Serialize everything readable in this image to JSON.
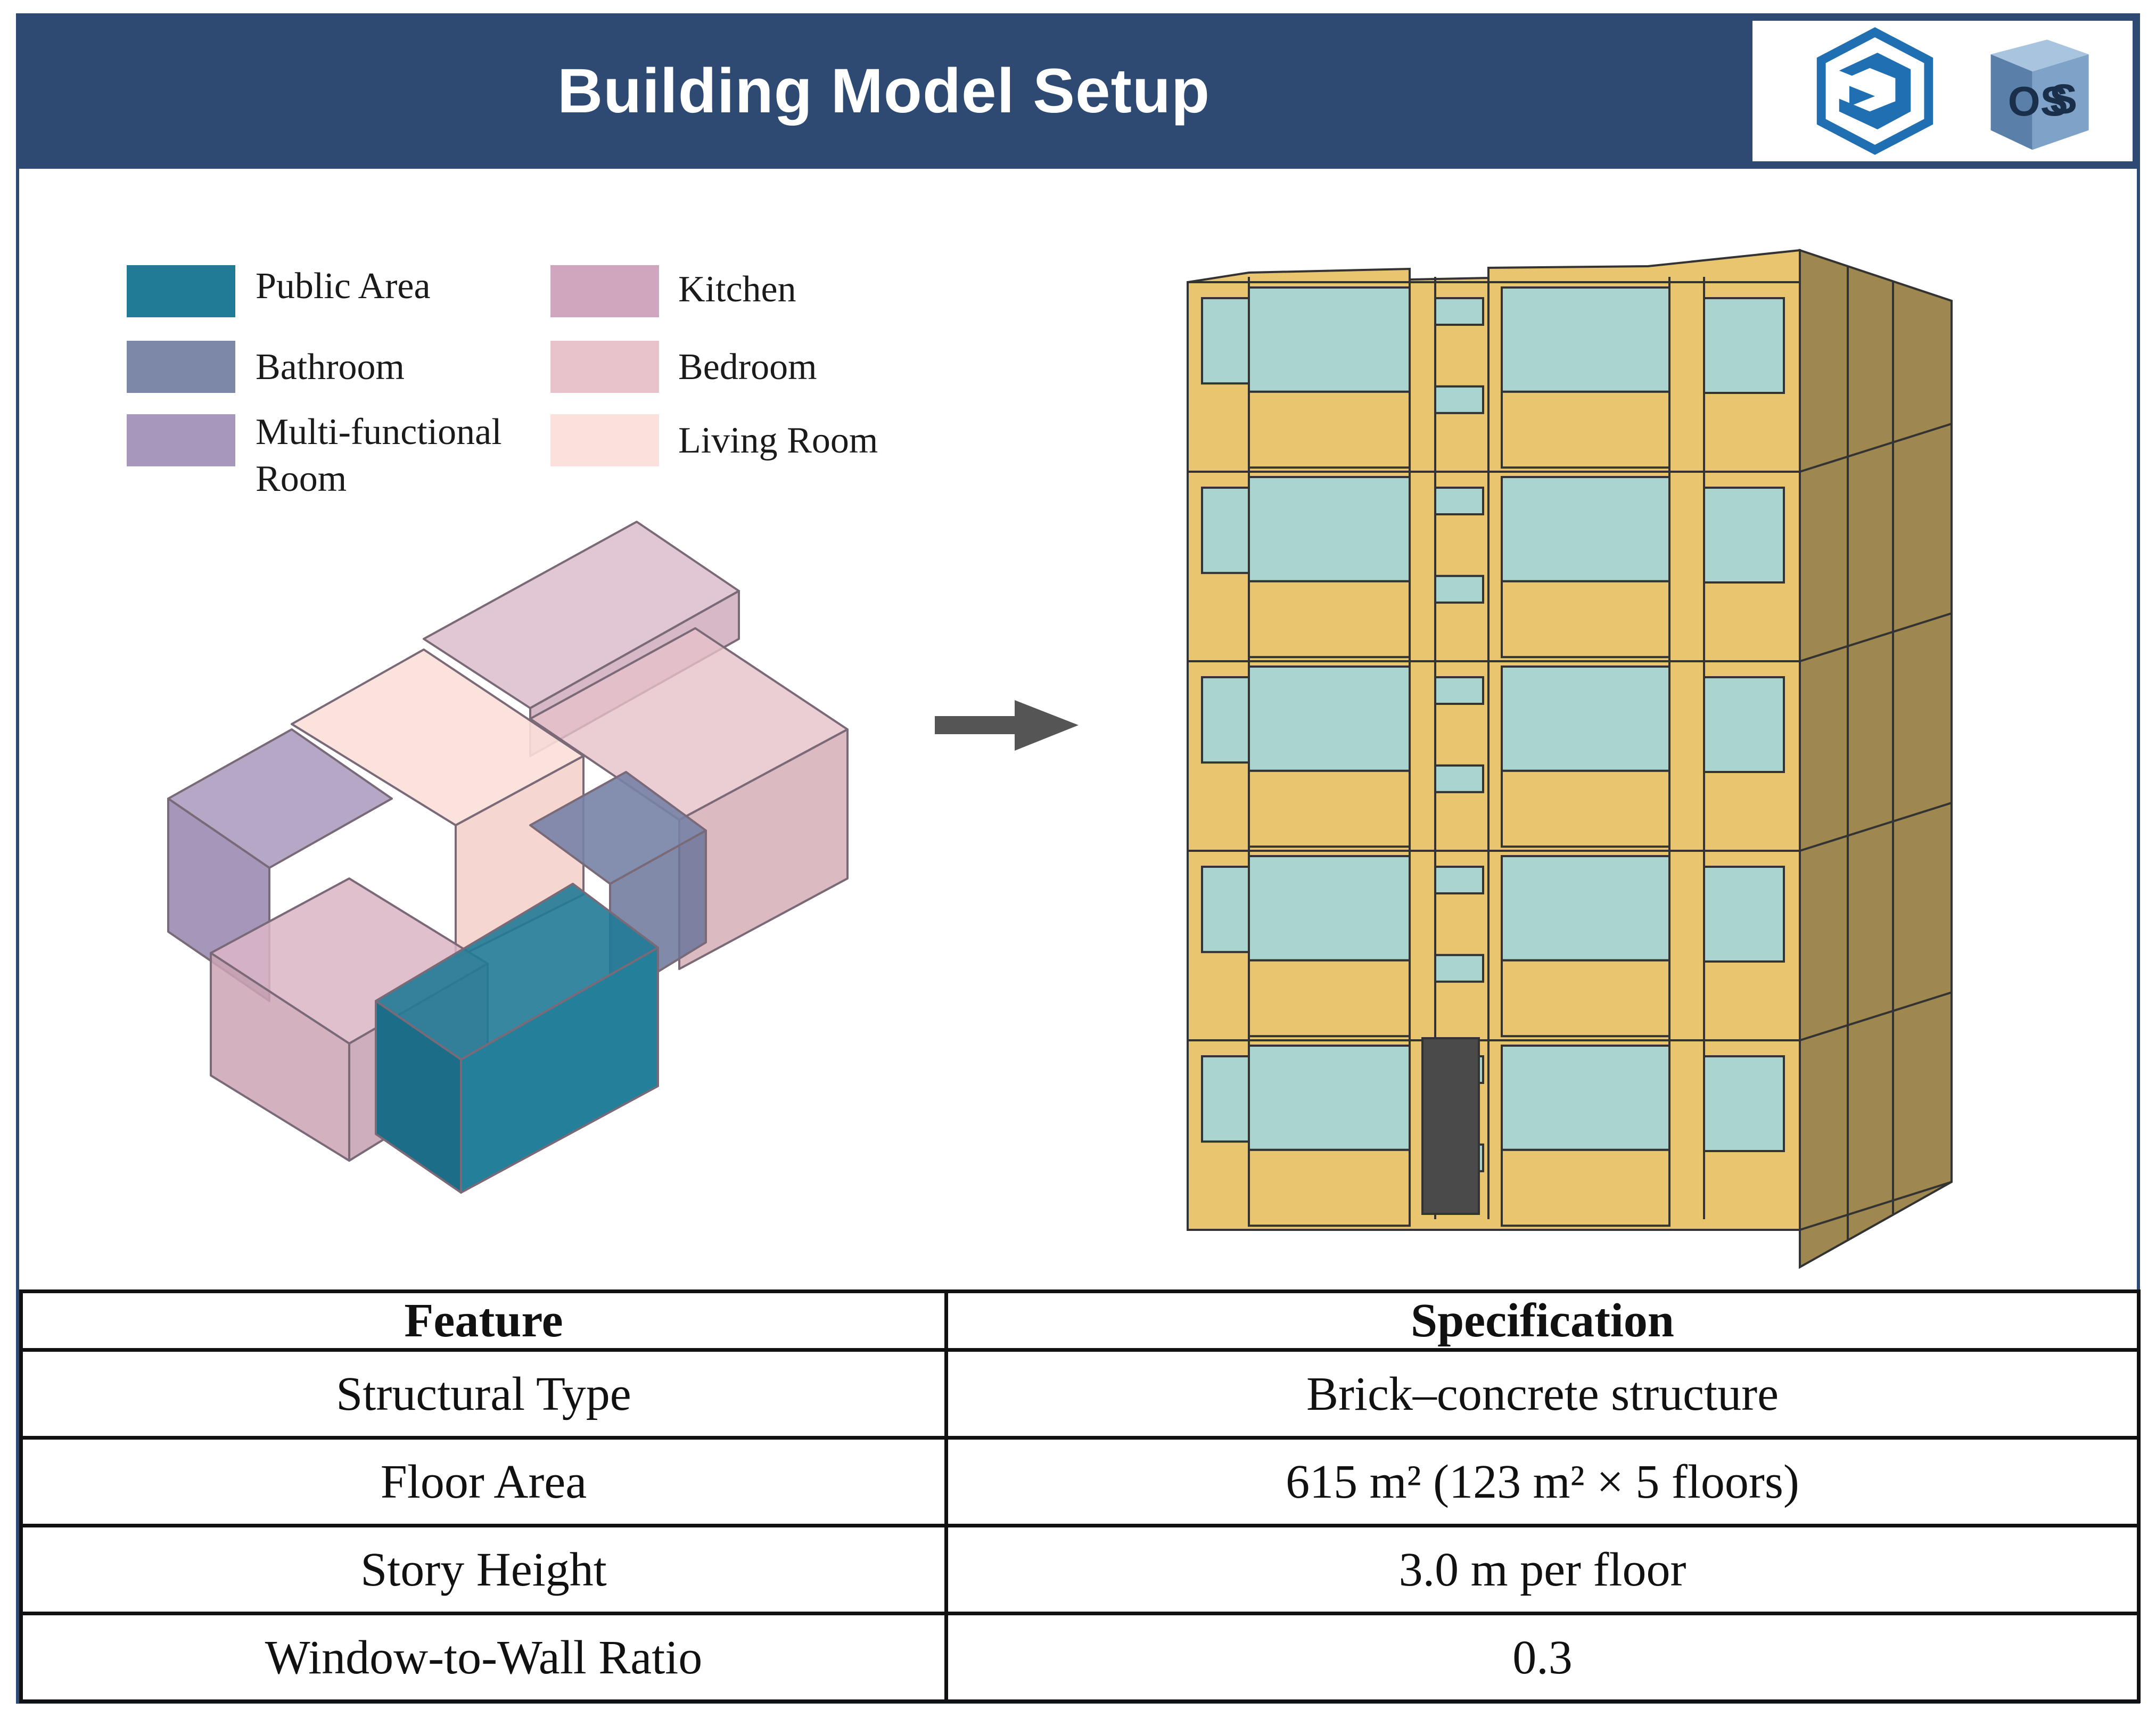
{
  "header": {
    "title": "Building Model Setup"
  },
  "logos": [
    {
      "icon": "sketchup-logo",
      "color": "#1f6fb2"
    },
    {
      "icon": "openstudio-logo",
      "text": "OS",
      "color": "#6b8fb8"
    }
  ],
  "legend": {
    "items": [
      {
        "label": "Public Area",
        "color": "#217a96"
      },
      {
        "label": "Bathroom",
        "color": "#7d87a8"
      },
      {
        "label": "Multi-functional",
        "label_line2": "Room",
        "color": "#a797bd"
      },
      {
        "label": "Kitchen",
        "color": "#cfa6bd"
      },
      {
        "label": "Bedroom",
        "color": "#e9c3cb"
      },
      {
        "label": "Living Room",
        "color": "#fce0dc"
      }
    ]
  },
  "building": {
    "floors": 5,
    "wall_color": "#e8c56e",
    "window_color": "#9fd6e2"
  },
  "table": {
    "headers": [
      "Feature",
      "Specification"
    ],
    "rows": [
      [
        "Structural Type",
        "Brick–concrete structure"
      ],
      [
        "Floor Area",
        "615 m² (123 m²  ×  5 floors)"
      ],
      [
        "Story Height",
        "3.0 m per floor"
      ],
      [
        "Window-to-Wall Ratio",
        "0.3"
      ]
    ]
  }
}
